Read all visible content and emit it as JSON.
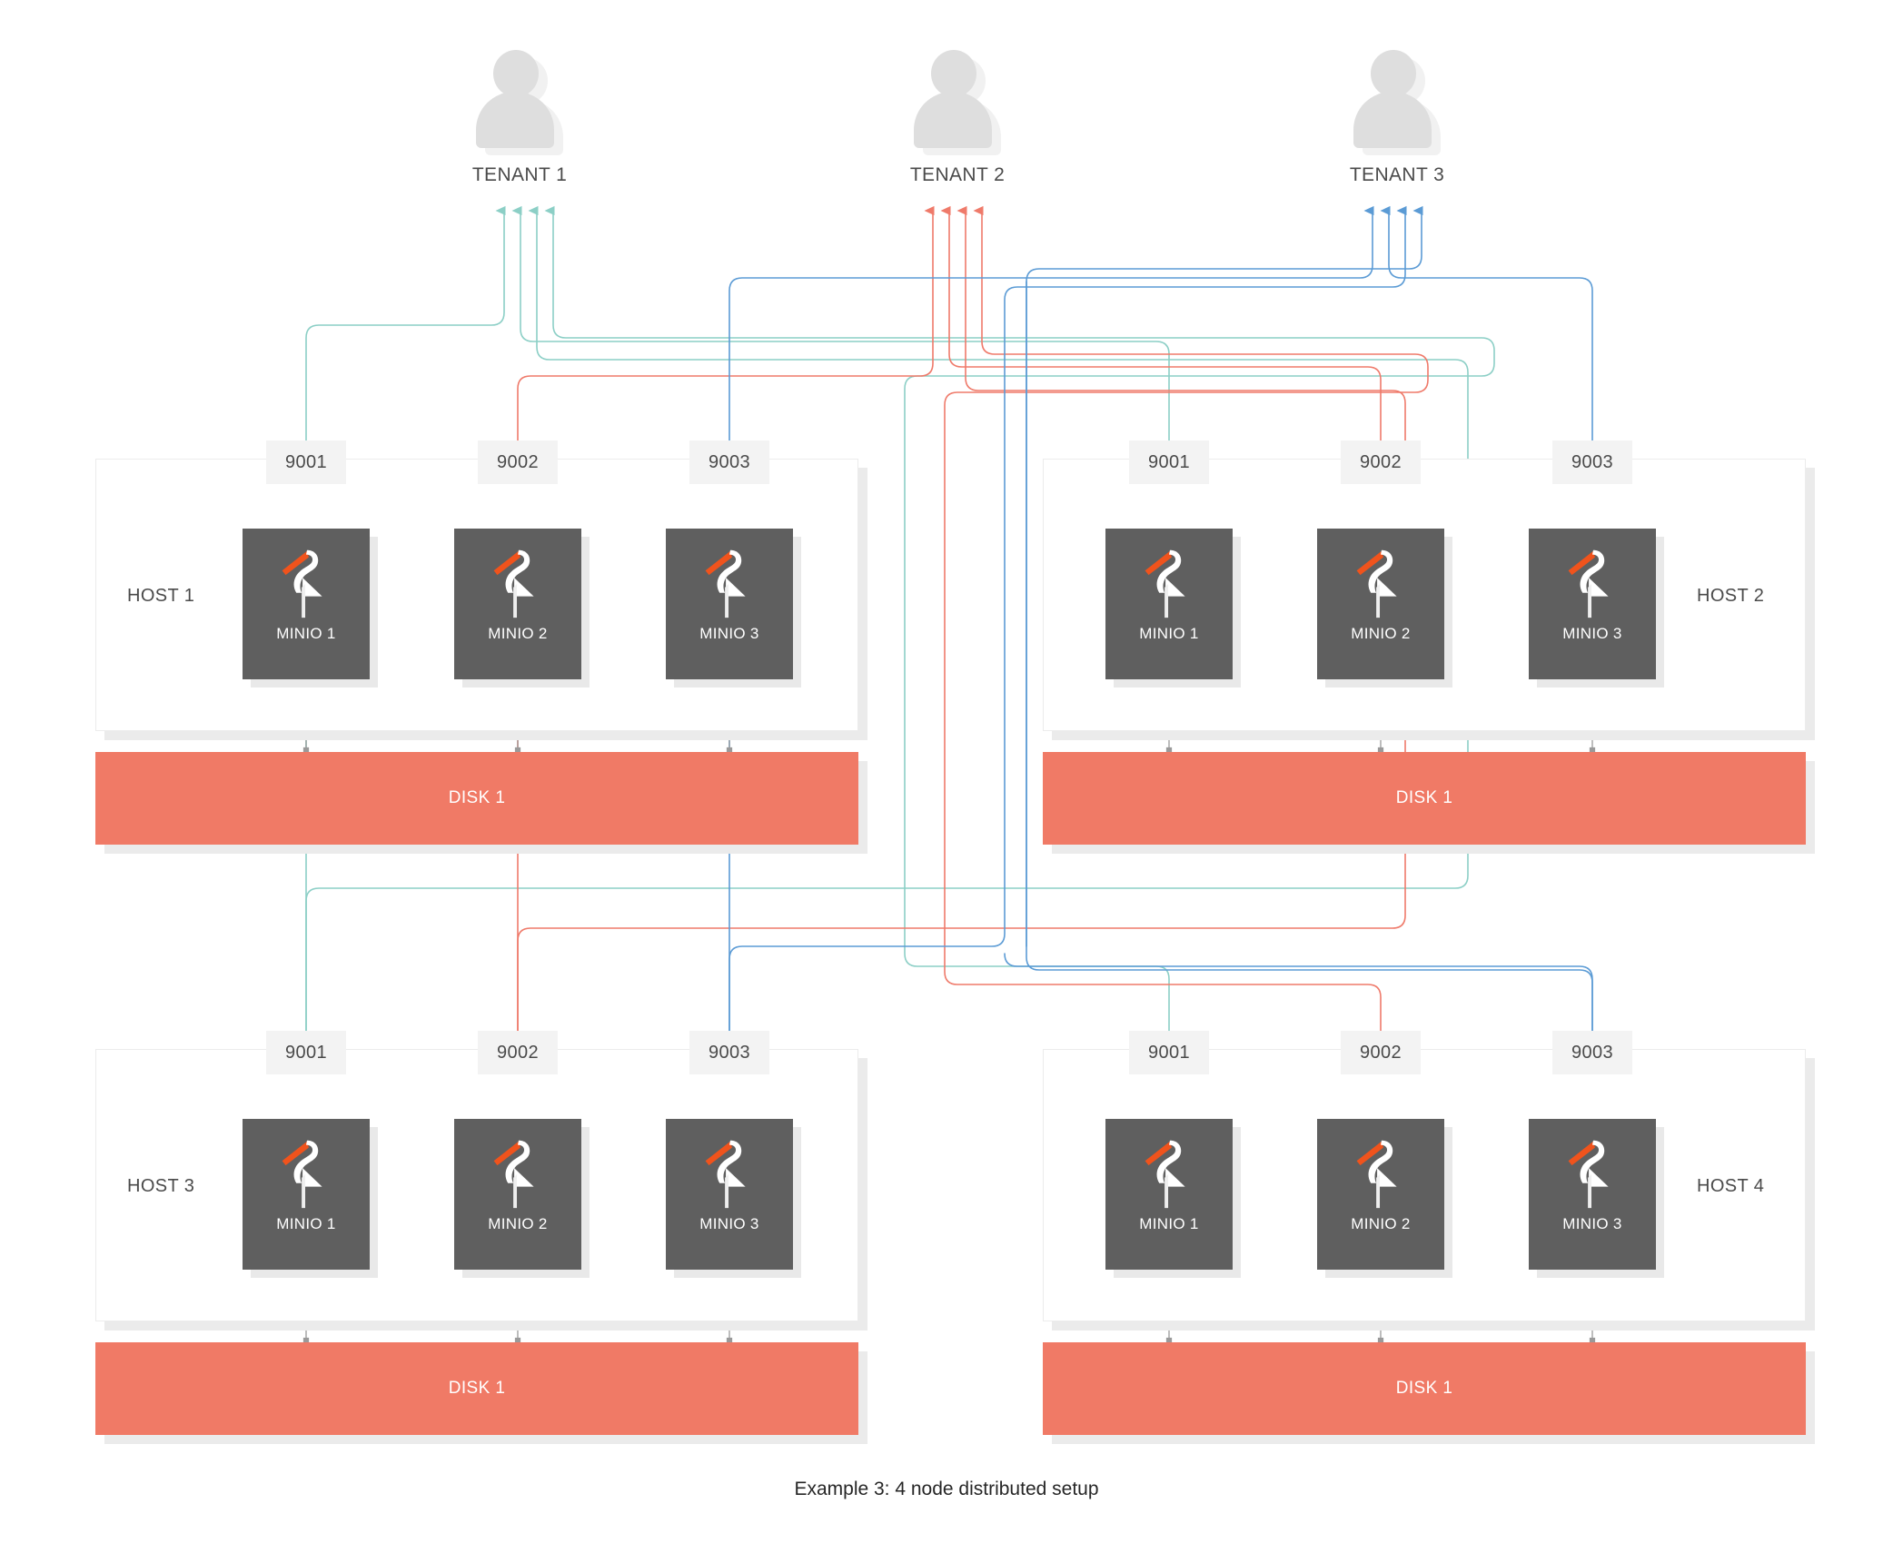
{
  "caption": "Example 3: 4 node distributed setup",
  "colors": {
    "tenant1_line": "#8ccfc6",
    "tenant2_line": "#ef7a6a",
    "tenant3_line": "#5b9bd5",
    "node_box": "#5f5f5f",
    "disk_bar": "#f07a66",
    "port_chip": "#f3f3f3",
    "avatar": "#dedede",
    "logo_beak": "#f0531c",
    "logo_body": "#ffffff",
    "link_gray": "#9a9a9a"
  },
  "tenants": [
    {
      "label": "TENANT 1",
      "icon": "user-avatar-icon",
      "port": "9001",
      "line_color": "#8ccfc6"
    },
    {
      "label": "TENANT 2",
      "icon": "user-avatar-icon",
      "port": "9002",
      "line_color": "#ef7a6a"
    },
    {
      "label": "TENANT 3",
      "icon": "user-avatar-icon",
      "port": "9003",
      "line_color": "#5b9bd5"
    }
  ],
  "hosts": [
    {
      "label": "HOST 1",
      "disk": "DISK 1",
      "nodes": [
        {
          "label": "MINIO 1",
          "port": "9001",
          "logo": "minio-flamingo-logo"
        },
        {
          "label": "MINIO 2",
          "port": "9002",
          "logo": "minio-flamingo-logo"
        },
        {
          "label": "MINIO 3",
          "port": "9003",
          "logo": "minio-flamingo-logo"
        }
      ]
    },
    {
      "label": "HOST 2",
      "disk": "DISK 1",
      "nodes": [
        {
          "label": "MINIO 1",
          "port": "9001",
          "logo": "minio-flamingo-logo"
        },
        {
          "label": "MINIO 2",
          "port": "9002",
          "logo": "minio-flamingo-logo"
        },
        {
          "label": "MINIO 3",
          "port": "9003",
          "logo": "minio-flamingo-logo"
        }
      ]
    },
    {
      "label": "HOST 3",
      "disk": "DISK 1",
      "nodes": [
        {
          "label": "MINIO 1",
          "port": "9001",
          "logo": "minio-flamingo-logo"
        },
        {
          "label": "MINIO 2",
          "port": "9002",
          "logo": "minio-flamingo-logo"
        },
        {
          "label": "MINIO 3",
          "port": "9003",
          "logo": "minio-flamingo-logo"
        }
      ]
    },
    {
      "label": "HOST 4",
      "disk": "DISK 1",
      "nodes": [
        {
          "label": "MINIO 1",
          "port": "9001",
          "logo": "minio-flamingo-logo"
        },
        {
          "label": "MINIO 2",
          "port": "9002",
          "logo": "minio-flamingo-logo"
        },
        {
          "label": "MINIO 3",
          "port": "9003",
          "logo": "minio-flamingo-logo"
        }
      ]
    }
  ]
}
